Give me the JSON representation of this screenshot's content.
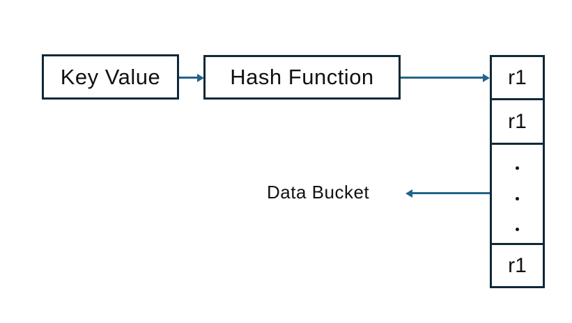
{
  "nodes": {
    "key_value": "Key Value",
    "hash_function": "Hash Function"
  },
  "labels": {
    "data_bucket": "Data Bucket"
  },
  "bucket": {
    "cells": [
      "r1",
      "r1",
      "r1"
    ],
    "ellipsis": {
      "symbol": "·",
      "count": 3
    }
  },
  "colors": {
    "background": "#ffffff",
    "box_border": "#0f2838",
    "arrow": "#24638a",
    "text": "#111111"
  }
}
